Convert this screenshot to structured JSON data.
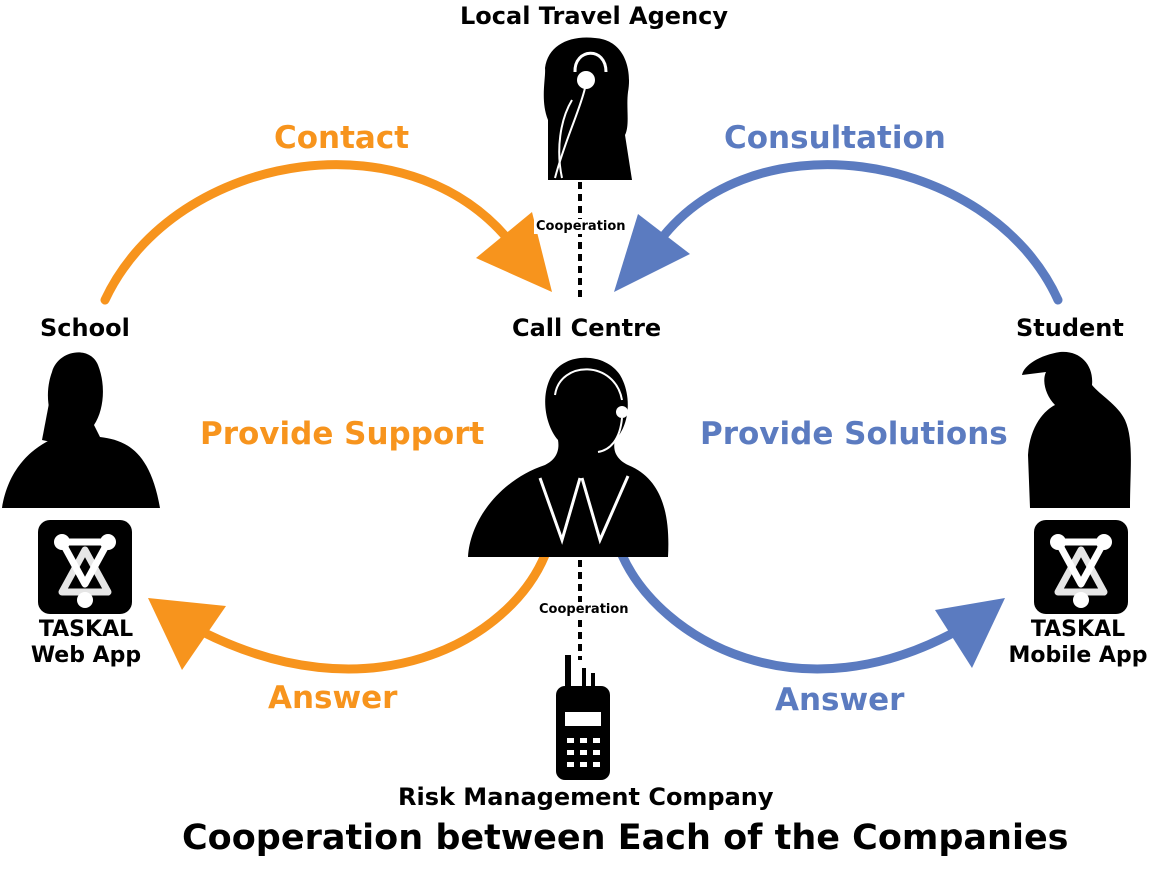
{
  "nodes": {
    "agency": "Local Travel Agency",
    "school": "School",
    "callcentre": "Call Centre",
    "student": "Student",
    "risk": "Risk Management Company"
  },
  "flows": {
    "contact": "Contact",
    "consultation": "Consultation",
    "provide_support": "Provide Support",
    "provide_solutions": "Provide Solutions",
    "answer_left": "Answer",
    "answer_right": "Answer"
  },
  "links": {
    "coop_top": "Cooperation",
    "coop_bottom": "Cooperation"
  },
  "apps": {
    "web_line1": "TASKAL",
    "web_line2": "Web App",
    "mobile_line1": "TASKAL",
    "mobile_line2": "Mobile App"
  },
  "title": "Cooperation between Each of the Companies",
  "colors": {
    "orange": "#f7941d",
    "blue": "#5b7bc0",
    "silhouette": "#000000"
  },
  "icons": [
    "headset-operator-icon",
    "caller-icon",
    "student-cap-icon",
    "walkie-talkie-icon",
    "taskal-logo-icon"
  ]
}
